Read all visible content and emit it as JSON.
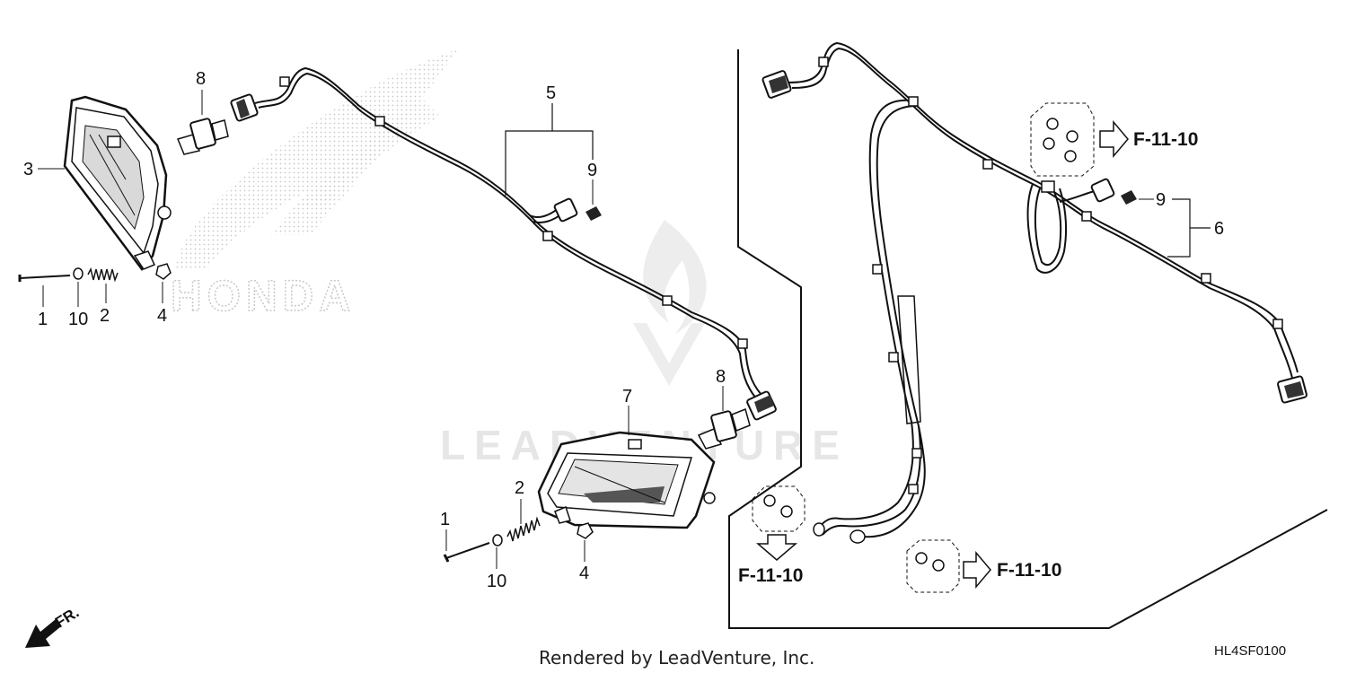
{
  "diagram": {
    "brand_watermark": "HONDA",
    "publisher_watermark": "LEADVENTURE",
    "callouts": {
      "c1a": "1",
      "c10a": "10",
      "c2a": "2",
      "c4a": "4",
      "c3": "3",
      "c8a": "8",
      "c5": "5",
      "c9a": "9",
      "c8b": "8",
      "c7": "7",
      "c2b": "2",
      "c1b": "1",
      "c10b": "10",
      "c4b": "4",
      "c9b": "9",
      "c6": "6"
    },
    "refs": {
      "ref_top": "F-11-10",
      "ref_left": "F-11-10",
      "ref_bottom": "F-11-10"
    },
    "direction_label": "FR.",
    "footer": {
      "rendered_by": "Rendered by LeadVenture, Inc.",
      "diagram_code": "HL4SF0100"
    }
  }
}
